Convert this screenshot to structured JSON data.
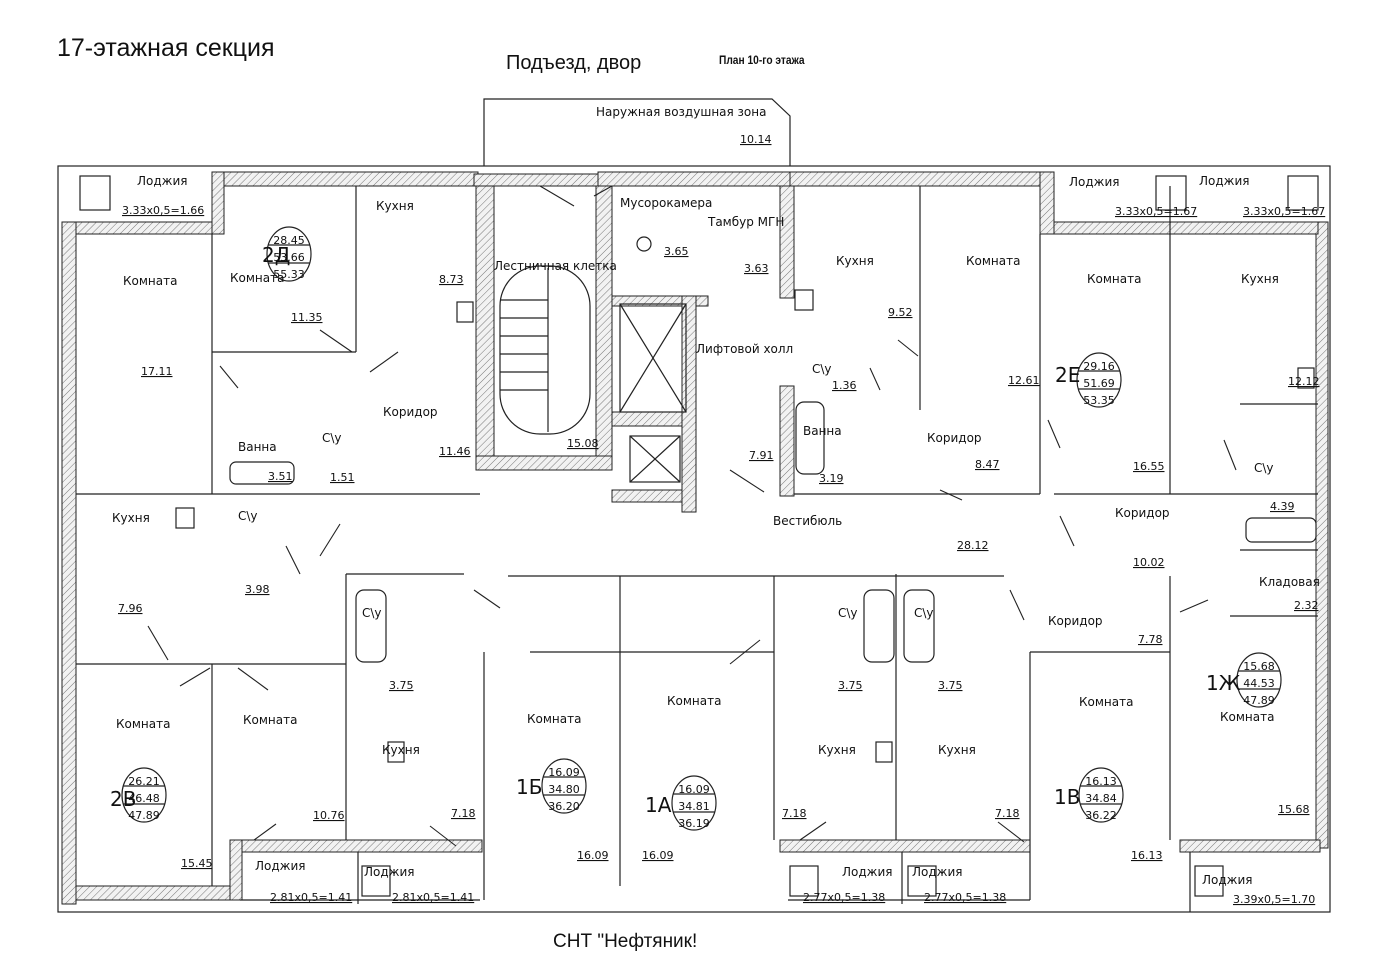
{
  "header": {
    "section_title": "17-этажная секция",
    "entrance_label": "Подъезд, двор",
    "floor_plan_title": "План 10-го этажа"
  },
  "footer": {
    "bottom_label": "СНТ \"Нефтяник!"
  },
  "zones": {
    "outer_air_zone": "Наружная воздушная зона",
    "outer_air_zone_area": "10.14",
    "staircase": "Лестничная клетка",
    "staircase_area": "15.08",
    "garbage": "Мусорокамера",
    "garbage_area": "3.65",
    "vestibule_mgn": "Тамбур МГН",
    "vestibule_mgn_area": "3.63",
    "elevator_hall": "Лифтовой холл",
    "elevator_hall_area": "7.91",
    "lobby": "Вестибюль",
    "lobby_area": "28.12"
  },
  "rooms": [
    {
      "label": "Лоджия",
      "area": "3.33x0,5=1.66"
    },
    {
      "label": "Комната",
      "area": "17.11"
    },
    {
      "label": "Комната",
      "area": "11.35"
    },
    {
      "label": "Кухня",
      "area": "8.73"
    },
    {
      "label": "Коридор",
      "area": "11.46"
    },
    {
      "label": "Ванна",
      "area": "3.51"
    },
    {
      "label": "С\\у",
      "area": "1.51"
    },
    {
      "label": "Кухня",
      "area": "7.96"
    },
    {
      "label": "С\\у",
      "area": "3.98"
    },
    {
      "label": "Комната",
      "area": "15.45"
    },
    {
      "label": "Комната",
      "area": "10.76"
    },
    {
      "label": "Лоджия",
      "area": "2.81x0,5=1.41"
    },
    {
      "label": "Лоджия",
      "area": "2.81x0,5=1.41"
    },
    {
      "label": "С\\у",
      "area": "3.75"
    },
    {
      "label": "Кухня",
      "area": "7.18"
    },
    {
      "label": "Комната",
      "area": "16.09"
    },
    {
      "label": "Комната",
      "area": "16.09"
    },
    {
      "label": "Кухня",
      "area": "7.18"
    },
    {
      "label": "С\\у",
      "area": "3.75"
    },
    {
      "label": "С\\у",
      "area": "3.75"
    },
    {
      "label": "Кухня",
      "area": "7.18"
    },
    {
      "label": "Лоджия",
      "area": "2.77x0,5=1.38"
    },
    {
      "label": "Лоджия",
      "area": "2.77x0,5=1.38"
    },
    {
      "label": "Комната",
      "area": "16.13"
    },
    {
      "label": "Коридор",
      "area": "7.78"
    },
    {
      "label": "Комната",
      "area": "15.68"
    },
    {
      "label": "Кладовая",
      "area": "2.32"
    },
    {
      "label": "Коридор",
      "area": "10.02"
    },
    {
      "label": "С\\у",
      "area": "4.39"
    },
    {
      "label": "Кухня",
      "area": "12.12"
    },
    {
      "label": "Комната",
      "area": "16.55"
    },
    {
      "label": "Лоджия",
      "area": "3.33x0,5=1.67"
    },
    {
      "label": "Лоджия",
      "area": "3.33x0,5=1.67"
    },
    {
      "label": "Комната",
      "area": "12.61"
    },
    {
      "label": "Коридор",
      "area": "8.47"
    },
    {
      "label": "Кухня",
      "area": "9.52"
    },
    {
      "label": "С\\у",
      "area": "1.36"
    },
    {
      "label": "Ванна",
      "area": "3.19"
    },
    {
      "label": "Лоджия",
      "area": "3.39x0,5=1.70"
    }
  ],
  "apartments": [
    {
      "code": "2Д",
      "living": "28.45",
      "total": "53.66",
      "total_with_loggia": "55.33"
    },
    {
      "code": "2В",
      "living": "26.21",
      "total": "46.48",
      "total_with_loggia": "47.89"
    },
    {
      "code": "1Б",
      "living": "16.09",
      "total": "34.80",
      "total_with_loggia": "36.20"
    },
    {
      "code": "1А",
      "living": "16.09",
      "total": "34.81",
      "total_with_loggia": "36.19"
    },
    {
      "code": "1В",
      "living": "16.13",
      "total": "34.84",
      "total_with_loggia": "36.22"
    },
    {
      "code": "1Ж",
      "living": "15.68",
      "total": "44.53",
      "total_with_loggia": "47.89"
    },
    {
      "code": "2Е",
      "living": "29.16",
      "total": "51.69",
      "total_with_loggia": "53.35"
    }
  ]
}
